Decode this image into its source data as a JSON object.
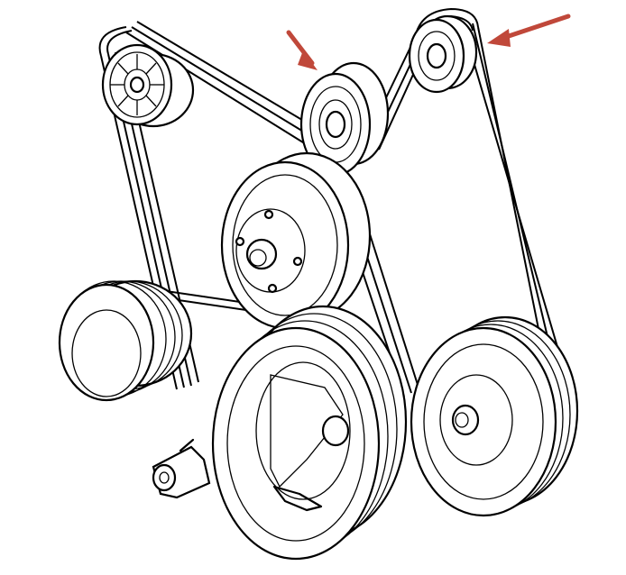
{
  "diagram": {
    "subject": "serpentine-belt-routing",
    "arrow_color": "#c0483a",
    "line_color": "#000000",
    "background": "#ffffff",
    "callouts": [
      {
        "id": "arrow-idler-pulley",
        "points_to": "idler-pulley"
      },
      {
        "id": "arrow-belt-tensioner",
        "points_to": "tensioner-pulley"
      }
    ]
  }
}
